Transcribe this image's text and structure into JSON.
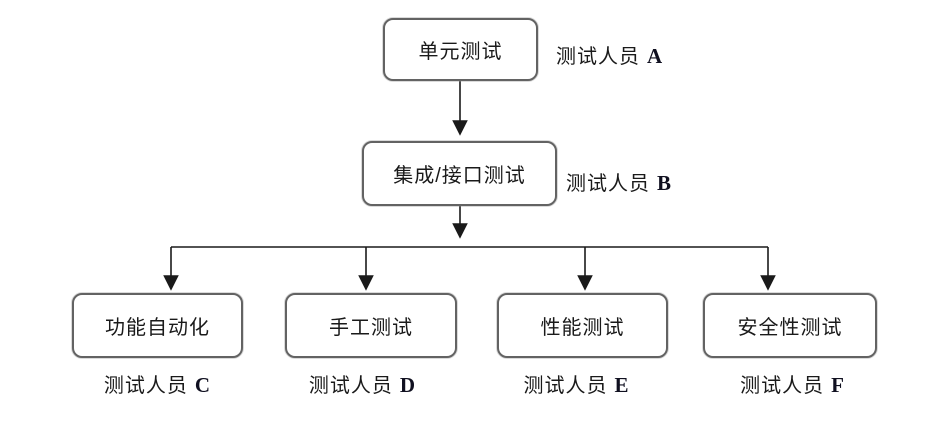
{
  "colors": {
    "line": "#1a1a1a",
    "box_border": "#636363",
    "text": "#1a1a1a"
  },
  "diagram": {
    "type": "flowchart",
    "nodes": [
      {
        "id": "unit-test",
        "box_label": "单元测试",
        "tester_prefix": "测试人员",
        "tester_letter": "A"
      },
      {
        "id": "integration-interface-test",
        "box_label": "集成/接口测试",
        "tester_prefix": "测试人员",
        "tester_letter": "B"
      },
      {
        "id": "functional-automation",
        "box_label": "功能自动化",
        "tester_prefix": "测试人员",
        "tester_letter": "C"
      },
      {
        "id": "manual-test",
        "box_label": "手工测试",
        "tester_prefix": "测试人员",
        "tester_letter": "D"
      },
      {
        "id": "performance-test",
        "box_label": "性能测试",
        "tester_prefix": "测试人员",
        "tester_letter": "E"
      },
      {
        "id": "security-test",
        "box_label": "安全性测试",
        "tester_prefix": "测试人员",
        "tester_letter": "F"
      }
    ],
    "edges": [
      {
        "from": "unit-test",
        "to": "integration-interface-test"
      },
      {
        "from": "integration-interface-test",
        "to": "functional-automation"
      },
      {
        "from": "integration-interface-test",
        "to": "manual-test"
      },
      {
        "from": "integration-interface-test",
        "to": "performance-test"
      },
      {
        "from": "integration-interface-test",
        "to": "security-test"
      }
    ]
  }
}
